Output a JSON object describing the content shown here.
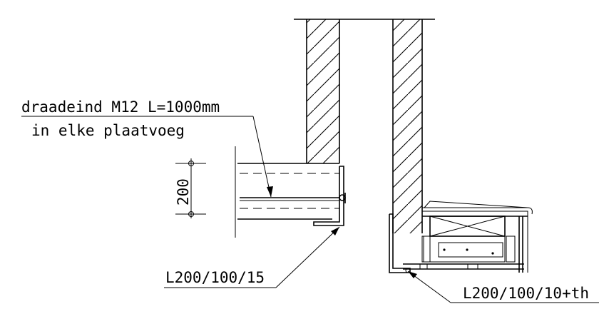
{
  "labels": {
    "rod_line1": "draadeind M12 L=1000mm",
    "rod_line2": "in elke plaatvoeg",
    "dimension": "200",
    "angle_left": "L200/100/15",
    "angle_right": "L200/100/10+th"
  }
}
